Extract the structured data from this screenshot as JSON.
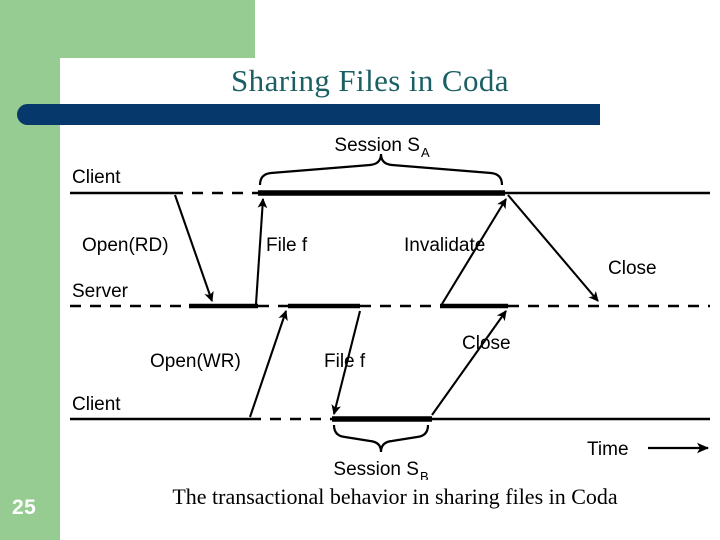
{
  "slide": {
    "title": "Sharing Files in Coda",
    "page_number": "25",
    "caption": "The transactional behavior in sharing files in Coda"
  },
  "theme": {
    "green": "#96cc92",
    "navy": "#06386b",
    "title_teal": "#1a5f63",
    "ink": "#000000",
    "background": "#ffffff"
  },
  "figure": {
    "session_top": {
      "label": "Session S",
      "subscript": "A"
    },
    "session_bottom": {
      "label": "Session S",
      "subscript": "B"
    },
    "lane_labels": {
      "client_top": "Client",
      "server": "Server",
      "client_bottom": "Client"
    },
    "messages": {
      "open_rd": "Open(RD)",
      "file_f_top": "File f",
      "invalidate": "Invalidate",
      "close_top": "Close",
      "open_wr": "Open(WR)",
      "file_f_bottom": "File f",
      "close_bottom": "Close"
    },
    "axis": {
      "time_label": "Time"
    }
  }
}
